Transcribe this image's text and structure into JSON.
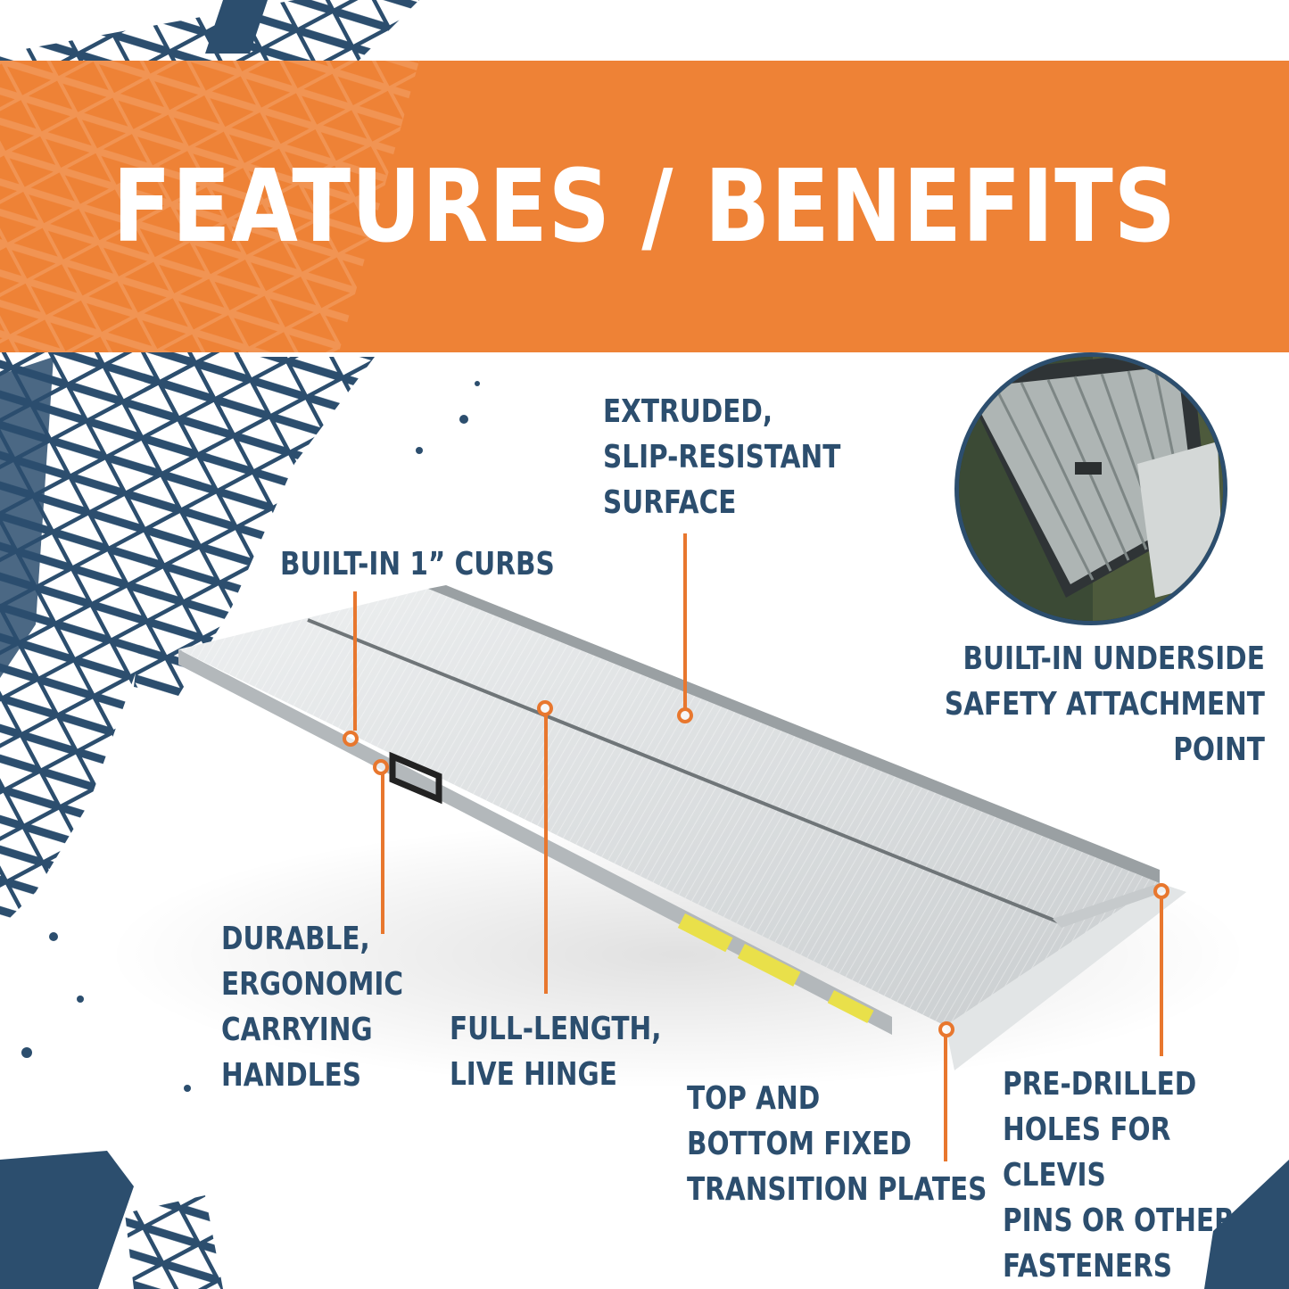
{
  "banner": {
    "title": "FEATURES / BENEFITS",
    "color": "#ee8236"
  },
  "colors": {
    "navy": "#2c4e6e",
    "orange": "#e8772e",
    "ramp": "#d9dcdd"
  },
  "inset": {
    "description_icon": "ramp-surface-closeup-icon"
  },
  "features": {
    "surface": "EXTRUDED,\nSLIP-RESISTANT\nSURFACE",
    "curbs": "BUILT-IN 1” CURBS",
    "underside": "BUILT-IN UNDERSIDE\nSAFETY ATTACHMENT\nPOINT",
    "handles": "DURABLE,\nERGONOMIC\nCARRYING\nHANDLES",
    "hinge": "FULL-LENGTH,\nLIVE HINGE",
    "plates": "TOP AND\nBOTTOM FIXED\nTRANSITION PLATES",
    "holes": "PRE-DRILLED\nHOLES FOR CLEVIS\nPINS OR OTHER\nFASTENERS"
  }
}
